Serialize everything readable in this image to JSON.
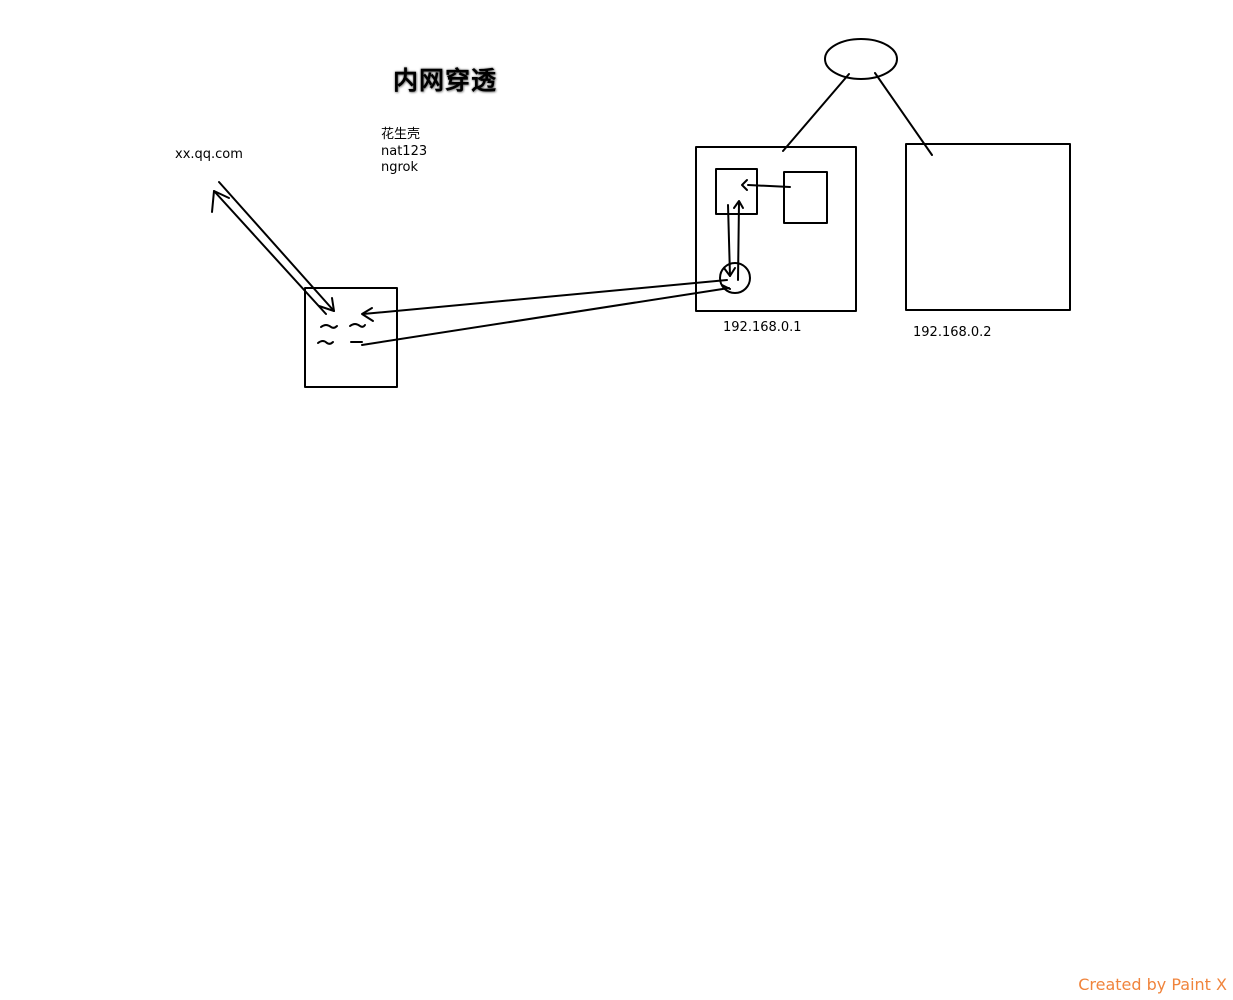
{
  "diagram": {
    "title": "内网穿透",
    "domain_label": "xx.qq.com",
    "tools": [
      "花生壳",
      "nat123",
      "ngrok"
    ],
    "hosts": [
      {
        "ip": "192.168.0.1"
      },
      {
        "ip": "192.168.0.2"
      }
    ]
  },
  "watermark": {
    "text": "Created by Paint X",
    "color": "#f0843c"
  }
}
